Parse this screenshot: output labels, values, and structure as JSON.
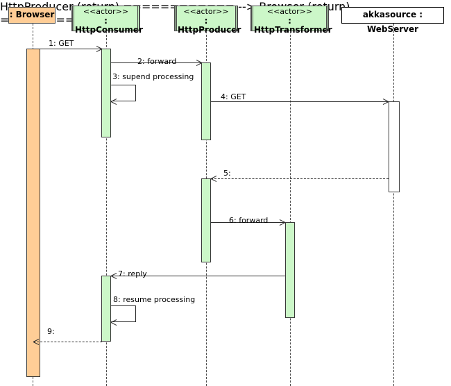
{
  "diagram": {
    "type": "uml-sequence-diagram",
    "title": "",
    "colors": {
      "actor_fill": "#ccf7c8",
      "browser_fill": "#ffcd96",
      "server_fill": "#ffffff",
      "line": "#2b2b2b",
      "border": "#4a4a4a",
      "background": "#ffffff"
    },
    "participants": [
      {
        "id": "browser",
        "name": ": Browser",
        "stereotype": "",
        "kind": "object"
      },
      {
        "id": "httpconsumer",
        "name": ": HttpConsumer",
        "stereotype": "<<actor>>",
        "kind": "actor"
      },
      {
        "id": "httpproducer",
        "name": ": HttpProducer",
        "stereotype": "<<actor>>",
        "kind": "actor"
      },
      {
        "id": "httptransformer",
        "name": ": HttpTransformer",
        "stereotype": "<<actor>>",
        "kind": "actor"
      },
      {
        "id": "webserver",
        "name": "akkasource : WebServer",
        "stereotype": "",
        "kind": "object"
      }
    ],
    "messages": [
      {
        "seq": "1",
        "label": "1: GET",
        "from": "browser",
        "to": "httpconsumer",
        "style": "solid",
        "kind": "call"
      },
      {
        "seq": "2",
        "label": "2: forward",
        "from": "httpconsumer",
        "to": "httpproducer",
        "style": "solid",
        "kind": "call"
      },
      {
        "seq": "3",
        "label": "3: supend processing",
        "from": "httpconsumer",
        "to": "httpconsumer",
        "style": "solid",
        "kind": "self"
      },
      {
        "seq": "4",
        "label": "4: GET",
        "from": "httpproducer",
        "to": "webserver",
        "style": "solid",
        "kind": "call"
      },
      {
        "seq": "5",
        "label": "5:",
        "from": "webserver",
        "to": "httpproducer",
        "style": "dashed",
        "kind": "return"
      },
      {
        "seq": "6",
        "label": "6: forward",
        "from": "httpproducer",
        "to": "httptransformer",
        "style": "solid",
        "kind": "call"
      },
      {
        "seq": "7",
        "label": "7: reply",
        "from": "httptransformer",
        "to": "httpconsumer",
        "style": "solid",
        "kind": "call"
      },
      {
        "seq": "8",
        "label": "8: resume processing",
        "from": "httpconsumer",
        "to": "httpconsumer",
        "style": "solid",
        "kind": "self"
      },
      {
        "seq": "9",
        "label": "9:",
        "from": "httpconsumer",
        "to": "browser",
        "style": "dashed",
        "kind": "return"
      }
    ]
  }
}
